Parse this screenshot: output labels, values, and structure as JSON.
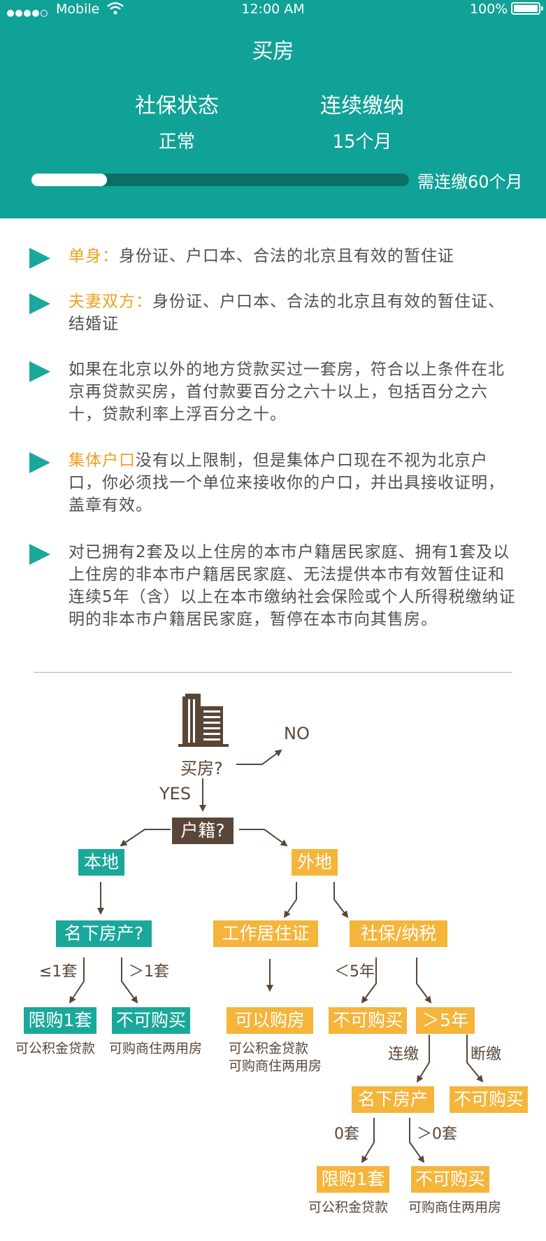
{
  "status_bar": {
    "carrier": "Mobile",
    "time": "12:00 AM",
    "battery": "100%"
  },
  "header": {
    "title": "买房",
    "stats": [
      {
        "label": "社保状态",
        "value": "正常"
      },
      {
        "label": "连续缴纳",
        "value": "15个月"
      }
    ],
    "progress_fraction": 0.2,
    "requirement": "需连缴60个月"
  },
  "items": [
    {
      "highlight": "单身：",
      "text": "身份证、户口本、合法的北京且有效的暂住证"
    },
    {
      "highlight": "夫妻双方：",
      "text": "身份证、户口本、合法的北京且有效的暂住证、结婚证"
    },
    {
      "highlight": "",
      "text": "如果在北京以外的地方贷款买过一套房，符合以上条件在北京再贷款买房，首付款要百分之六十以上，包括百分之六十，贷款利率上浮百分之十。"
    },
    {
      "highlight": "集体户口",
      "text": "没有以上限制，但是集体户口现在不视为北京户口，你必须找一个单位来接收你的户口，并出具接收证明，盖章有效。"
    },
    {
      "highlight": "",
      "text": "对已拥有2套及以上住房的本市户籍居民家庭、拥有1套及以上住房的非本市户籍居民家庭、无法提供本市有效暂住证和连续5年（含）以上在本市缴纳社会保险或个人所得税缴纳证明的非本市户籍居民家庭，暂停在本市向其售房。"
    }
  ],
  "flowchart": {
    "buy": "买房?",
    "no": "NO",
    "yes": "YES",
    "hukou": "户籍?",
    "local": "本地",
    "nonlocal": "外地",
    "property": "名下房产?",
    "le1": "≤1套",
    "gt1": "＞1套",
    "limit1": "限购1套",
    "limit1_note": "可公积金贷款",
    "nobuy": "不可购买",
    "nobuy_note": "可购商住两用房",
    "work_permit": "工作居住证",
    "can_buy": "可以购房",
    "can_buy_note1": "可公积金贷款",
    "can_buy_note2": "可购商住两用房",
    "social_tax": "社保/纳税",
    "lt5": "＜5年",
    "gt5": "＞5年",
    "continuous": "连缴",
    "interrupted": "断缴",
    "property2": "名下房产",
    "zero": "0套",
    "gt0": "＞0套"
  }
}
